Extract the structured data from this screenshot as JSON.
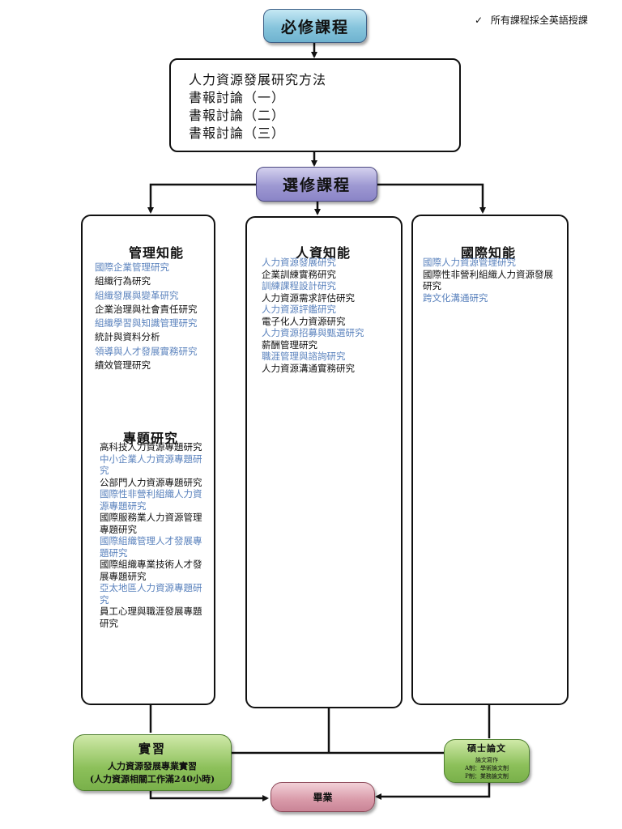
{
  "note": {
    "check": "✓",
    "text": "所有課程採全英語授課"
  },
  "required": {
    "title": "必修課程",
    "courses": [
      "人力資源發展研究方法",
      "書報討論（一）",
      "書報討論（二）",
      "書報討論（三）"
    ]
  },
  "elective": {
    "title": "選修課程"
  },
  "columns": {
    "management": {
      "title": "管理知能",
      "items": [
        {
          "text": "國際企業管理研究",
          "color": "blue"
        },
        {
          "text": "組織行為研究",
          "color": "black"
        },
        {
          "text": "組織發展與變革研究",
          "color": "blue"
        },
        {
          "text": "企業治理與社會責任研究",
          "color": "black"
        },
        {
          "text": "組織學習與知識管理研究",
          "color": "blue"
        },
        {
          "text": "統計與資料分析",
          "color": "black"
        },
        {
          "text": "領導與人才發展實務研究",
          "color": "blue"
        },
        {
          "text": "績效管理研究",
          "color": "black"
        }
      ]
    },
    "topics": {
      "title": "專題研究",
      "items": [
        {
          "text": "高科技人力資源專題研究",
          "color": "black"
        },
        {
          "text": "中小企業人力資源專題研究",
          "color": "blue"
        },
        {
          "text": "公部門人力資源專題研究",
          "color": "black"
        },
        {
          "text": "國際性非營利組織人力資源專題研究",
          "color": "blue"
        },
        {
          "text": "國際服務業人力資源管理專題研究",
          "color": "black"
        },
        {
          "text": "國際組織管理人才發展專題研究",
          "color": "blue"
        },
        {
          "text": "國際組織專業技術人才發展專題研究",
          "color": "black"
        },
        {
          "text": "亞太地區人力資源專題研究",
          "color": "blue"
        },
        {
          "text": "員工心理與職涯發展專題研究",
          "color": "black"
        }
      ]
    },
    "hr": {
      "title": "人資知能",
      "items": [
        {
          "text": "人力資源發展研究",
          "color": "blue"
        },
        {
          "text": "企業訓練實務研究",
          "color": "black"
        },
        {
          "text": "訓練課程設計研究",
          "color": "blue"
        },
        {
          "text": "人力資源需求評估研究",
          "color": "black"
        },
        {
          "text": "人力資源評鑑研究",
          "color": "blue"
        },
        {
          "text": "電子化人力資源研究",
          "color": "black"
        },
        {
          "text": "人力資源招募與甄選研究",
          "color": "blue"
        },
        {
          "text": "薪酬管理研究",
          "color": "black"
        },
        {
          "text": "職涯管理與諮詢研究",
          "color": "blue"
        },
        {
          "text": "人力資源溝通實務研究",
          "color": "black"
        }
      ]
    },
    "international": {
      "title": "國際知能",
      "items": [
        {
          "text": "國際人力資源管理研究",
          "color": "blue"
        },
        {
          "text": "國際性非營利組織人力資源發展研究",
          "color": "black"
        },
        {
          "text": "跨文化溝通研究",
          "color": "blue"
        }
      ]
    }
  },
  "internship": {
    "title": "實習",
    "line1": "人力資源發展專業實習",
    "line2": "(人力資源相關工作滿240小時)"
  },
  "thesis": {
    "title": "碩士論文",
    "line1": "論文寫作",
    "line2": "A制：學術論文制",
    "line3": "P制：業務論文制"
  },
  "graduation": {
    "title": "畢業"
  },
  "colors": {
    "blue_text": "#5a82bd",
    "black_text": "#111111"
  }
}
